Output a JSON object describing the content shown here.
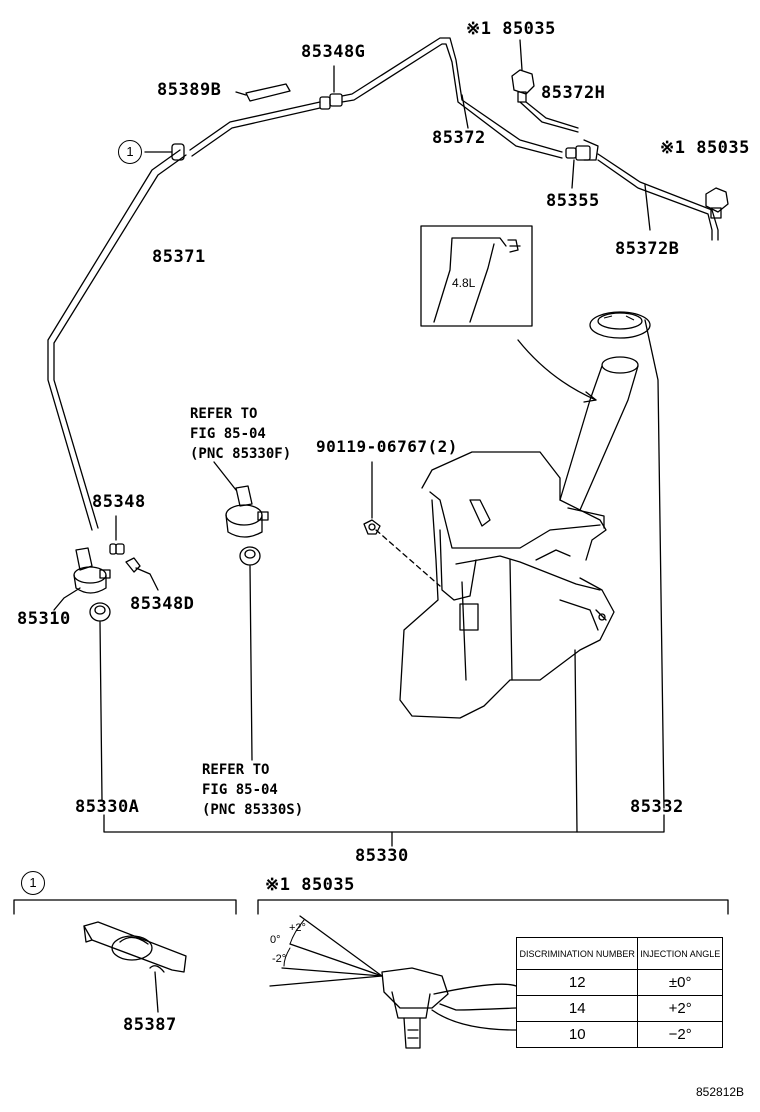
{
  "labels": {
    "p85389B": "85389B",
    "p85348G": "85348G",
    "p85035_top": "※1 85035",
    "p85372H": "85372H",
    "p85372": "85372",
    "p85035_right": "※1 85035",
    "p85355": "85355",
    "p85372B": "85372B",
    "p85371": "85371",
    "p90119": "90119-06767(2)",
    "p85348": "85348",
    "p85310": "85310",
    "p85348D": "85348D",
    "p85330A": "85330A",
    "p85332": "85332",
    "p85330": "85330",
    "p85387": "85387",
    "p85035_detail": "※1 85035",
    "fig_code": "852812B",
    "capacity": "4.8L",
    "circle_ref": "1",
    "circle_ref_detail": "1"
  },
  "refer_1": [
    "REFER TO",
    "FIG 85-04",
    "(PNC 85330F)"
  ],
  "refer_2": [
    "REFER TO",
    "FIG 85-04",
    "(PNC 85330S)"
  ],
  "angles": {
    "plus": "+2°",
    "zero": "0°",
    "minus": "-2°"
  },
  "table": {
    "headers": [
      "DISCRIMINATION NUMBER",
      "INJECTION ANGLE"
    ],
    "rows": [
      {
        "number": "12",
        "angle": "±0°"
      },
      {
        "number": "14",
        "angle": "+2°"
      },
      {
        "number": "10",
        "angle": "−2°"
      }
    ]
  }
}
